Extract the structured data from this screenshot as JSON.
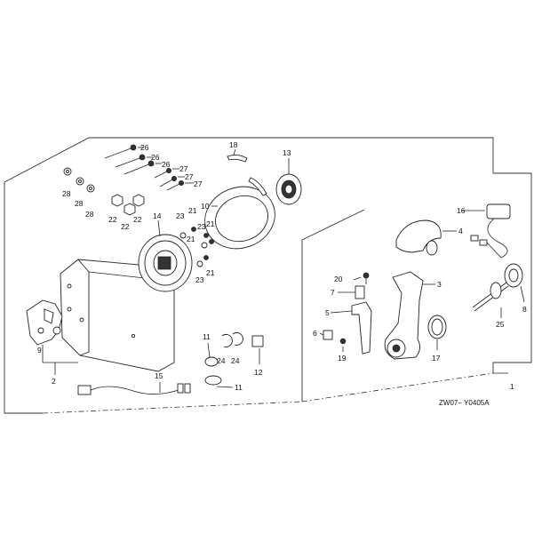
{
  "diagram": {
    "code": "ZW07− Y0405A",
    "labels": {
      "p1": "1",
      "p2": "2",
      "p3": "3",
      "p4": "4",
      "p5": "5",
      "p6": "6",
      "p7": "7",
      "p8": "8",
      "p9": "9",
      "p10": "10",
      "p11a": "11",
      "p11b": "11",
      "p12": "12",
      "p13": "13",
      "p14": "14",
      "p15": "15",
      "p16": "16",
      "p17": "17",
      "p18": "18",
      "p19": "19",
      "p20": "20",
      "p21a": "21",
      "p21b": "21",
      "p21c": "21",
      "p21d": "21",
      "p22a": "22",
      "p22b": "22",
      "p22c": "22",
      "p23a": "23",
      "p23b": "23",
      "p23c": "23",
      "p24a": "24",
      "p24b": "24",
      "p25": "25",
      "p26a": "26",
      "p26b": "26",
      "p26c": "26",
      "p27a": "27",
      "p27b": "27",
      "p27c": "27",
      "p28a": "28",
      "p28b": "28",
      "p28c": "28"
    }
  }
}
